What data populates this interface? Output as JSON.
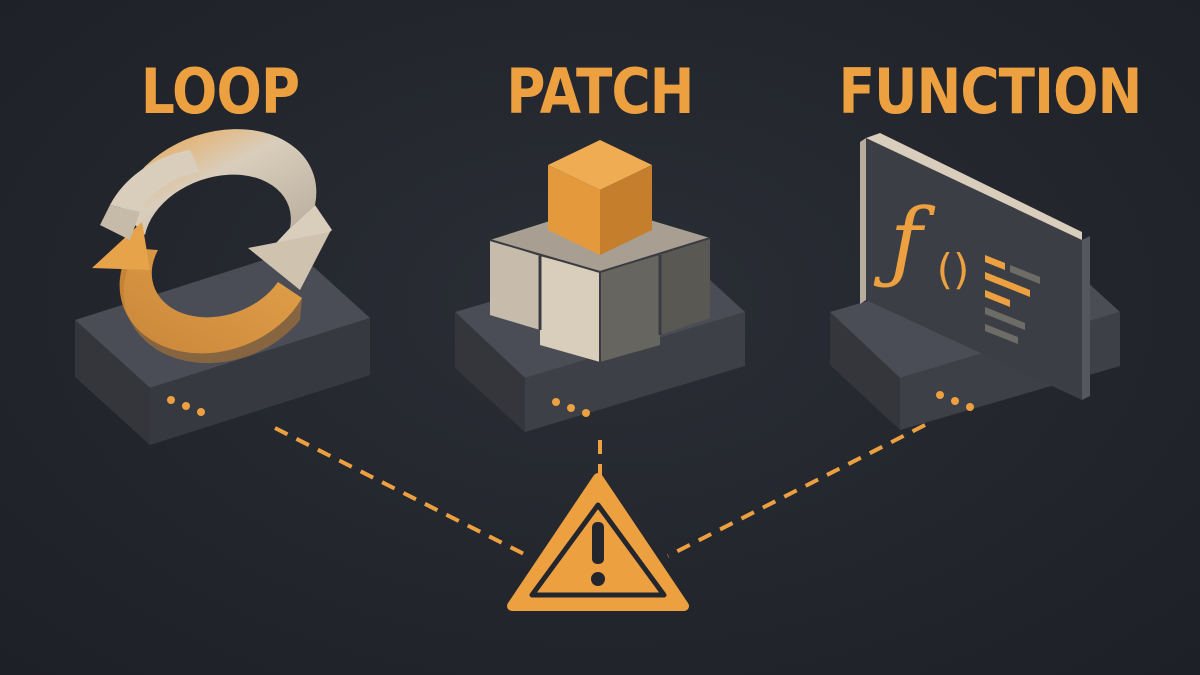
{
  "titles": {
    "loop": "LOOP",
    "patch": "PATCH",
    "function": "FUNCTION"
  },
  "function_panel": {
    "symbol": "ƒ",
    "parens": "()"
  },
  "icons": {
    "loop": "circular-arrows-icon",
    "patch": "stacked-blocks-icon",
    "function": "function-panel-icon",
    "warning": "warning-triangle-icon"
  },
  "colors": {
    "background": "#23262d",
    "accent": "#eda040",
    "block_light": "#d9cdbb",
    "base_dark": "#3a3c42"
  }
}
